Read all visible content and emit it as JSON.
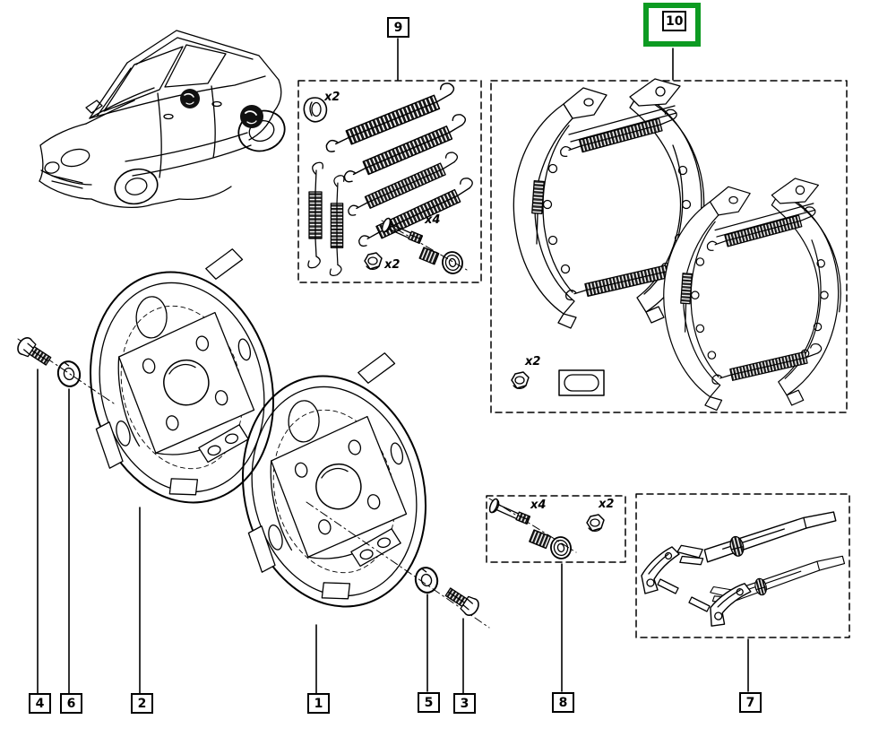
{
  "page": {
    "background_color": "#ffffff",
    "line_color": "#000000"
  },
  "highlight": {
    "color": "#0d9b22",
    "target_callout": "10"
  },
  "callouts": {
    "c1": "1",
    "c2": "2",
    "c3": "3",
    "c4": "4",
    "c5": "5",
    "c6": "6",
    "c7": "7",
    "c8": "8",
    "c9": "9",
    "c10": "10"
  },
  "quantities": {
    "kit9_grommet": "x2",
    "kit9_retainer_pin": "x4",
    "kit9_nut": "x2",
    "kit10_nut": "x2",
    "kit8_pin": "x4",
    "kit8_nut": "x2"
  }
}
